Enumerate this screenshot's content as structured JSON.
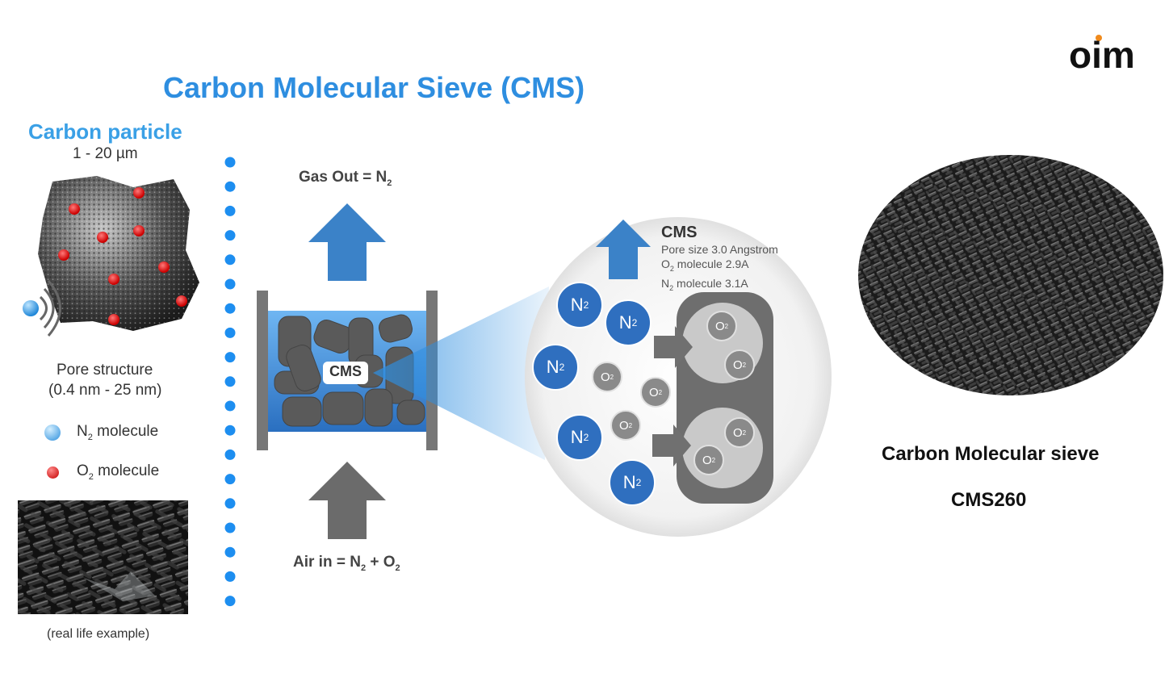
{
  "logo": {
    "text": "oim"
  },
  "title": "Carbon Molecular Sieve (CMS)",
  "left": {
    "heading": "Carbon particle",
    "size": "1 - 20 µm",
    "pore_label": "Pore structure",
    "pore_range": "(0.4 nm - 25 nm)",
    "legend": [
      {
        "sym": "N",
        "sub": "2",
        "text": " molecule",
        "color": "#3a9ee0"
      },
      {
        "sym": "O",
        "sub": "2",
        "text": " molecule",
        "color": "#d81f1f"
      }
    ],
    "caption": "(real life example)"
  },
  "column": {
    "gas_out": {
      "prefix": "Gas Out = N",
      "sub": "2"
    },
    "air_in": {
      "p1": "Air in = N",
      "s1": "2",
      "p2": " + O",
      "s2": "2"
    },
    "cms_label": "CMS"
  },
  "zoom": {
    "title": "CMS",
    "lines": [
      {
        "pre": "Pore size 3.0 Angstrom",
        "sub": "",
        "post": ""
      },
      {
        "pre": "O",
        "sub": "2",
        "post": " molecule 2.9A"
      },
      {
        "pre": "N",
        "sub": "2",
        "post": " molecule 3.1A"
      }
    ],
    "n2": {
      "sym": "N",
      "sub": "2"
    },
    "o2": {
      "sym": "O",
      "sub": "2"
    }
  },
  "product": {
    "name": "Carbon Molecular sieve",
    "code": "CMS260"
  },
  "colors": {
    "title_blue": "#2e8ee0",
    "arrow_blue": "#3b82c8",
    "n2_blue": "#2f6fbf",
    "o2_gray": "#8a8a8a",
    "dots_blue": "#1d8ef0"
  }
}
